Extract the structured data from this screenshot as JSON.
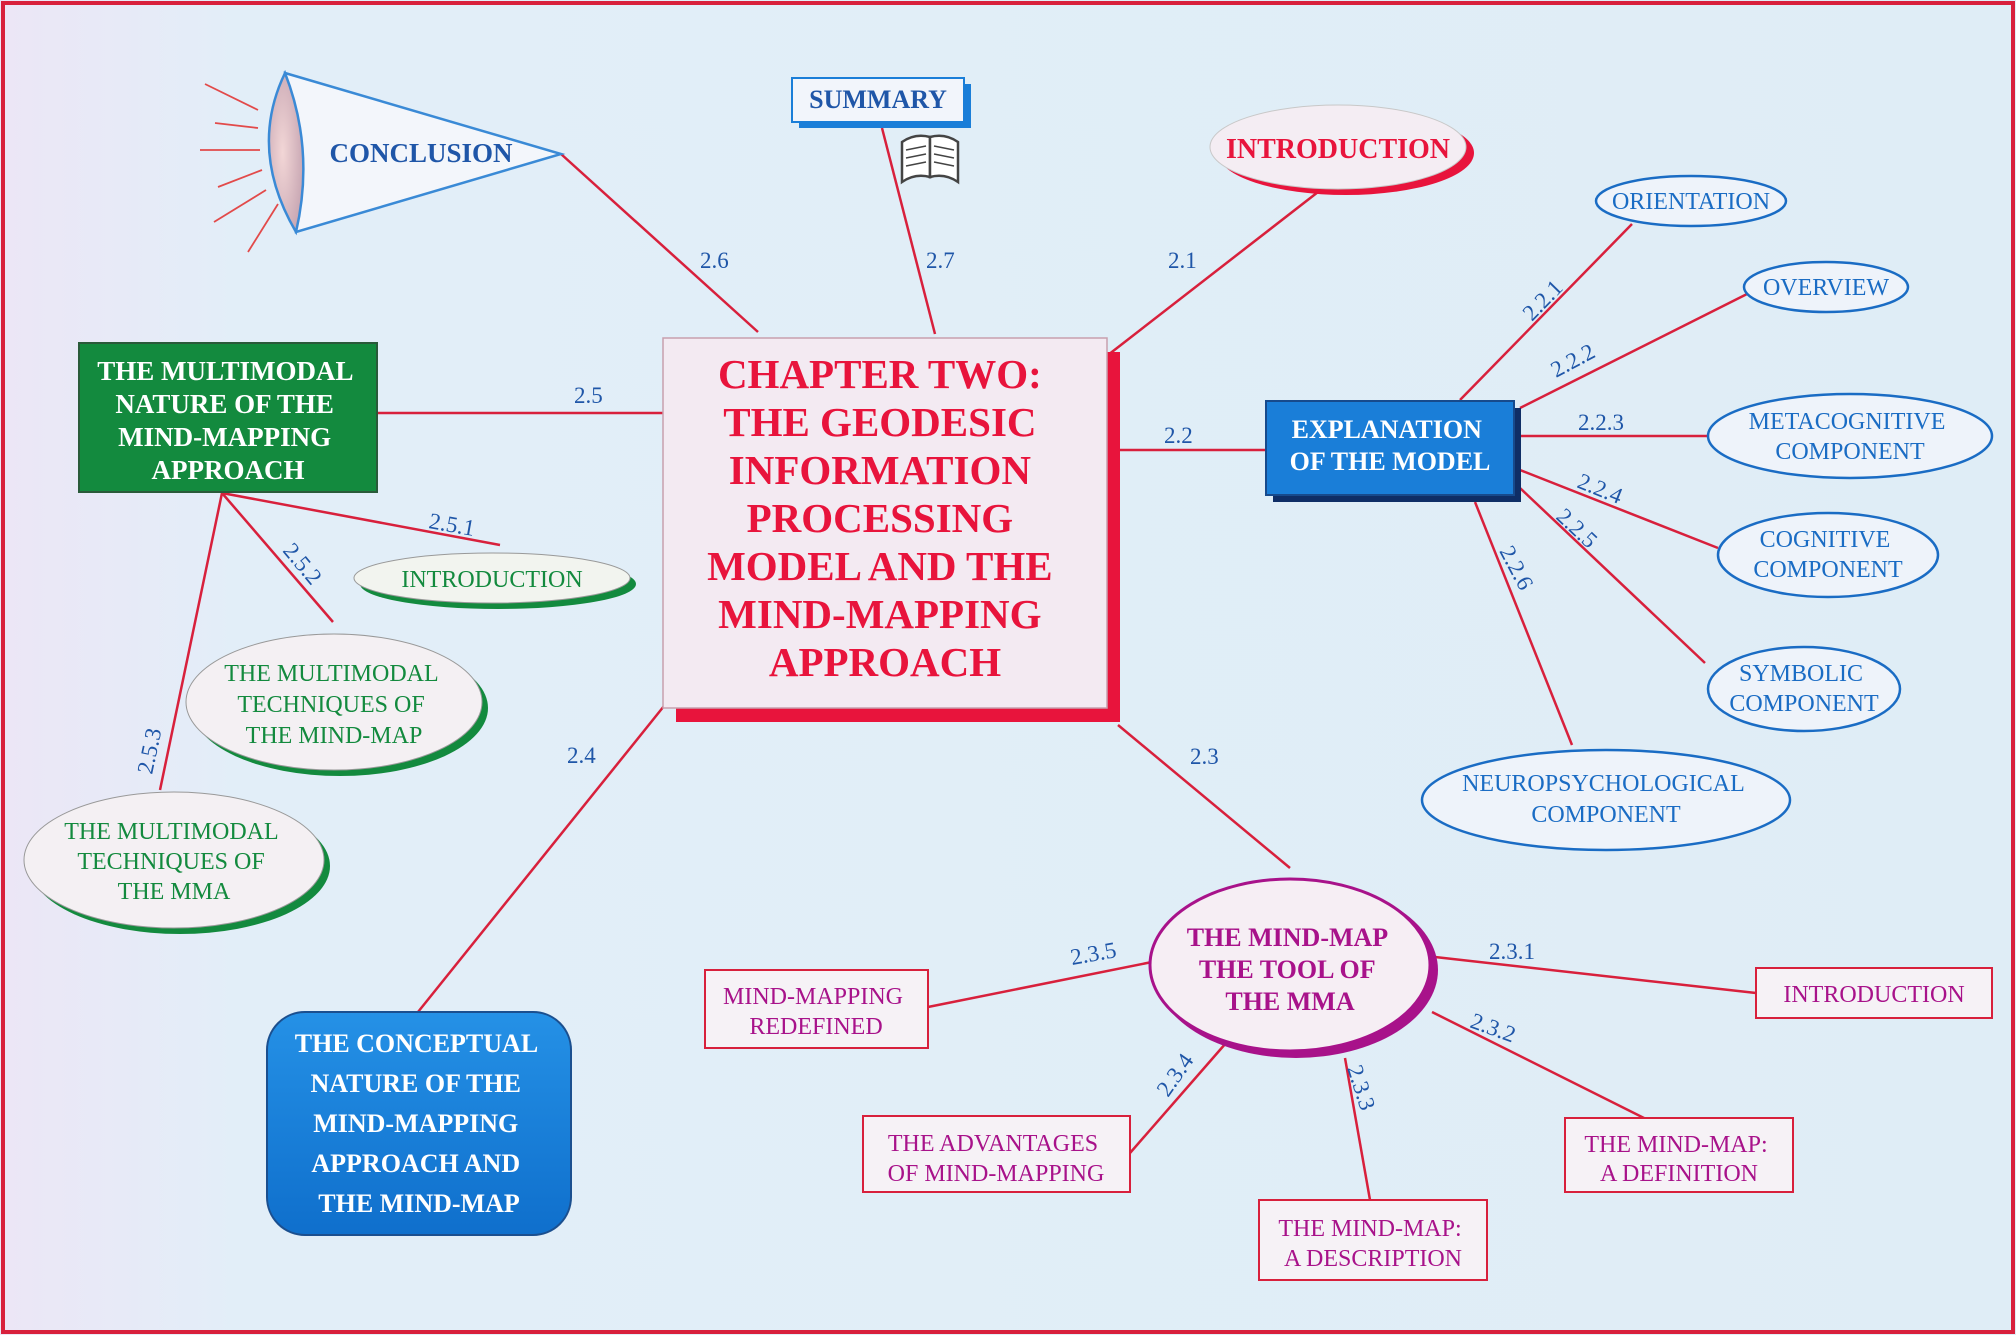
{
  "colors": {
    "background": "#e3eff7",
    "frame": "#d8203c",
    "line": "#d8203c",
    "label": "#1f56a8",
    "central_text": "#e8143c",
    "central_shadow": "#e8143c",
    "green_fill": "#138a3e",
    "green_text": "#138a3e",
    "blue_fill": "#1a7ed8",
    "blue_text": "#1a6cc4",
    "magenta": "#a8128a"
  },
  "central": {
    "lines": [
      "CHAPTER TWO:",
      "THE GEODESIC",
      "INFORMATION",
      "PROCESSING",
      "MODEL AND THE",
      "MIND-MAPPING",
      "APPROACH"
    ]
  },
  "branches": {
    "b21": {
      "label": "2.1",
      "node": "INTRODUCTION"
    },
    "b22": {
      "label": "2.2",
      "node": [
        "EXPLANATION",
        "OF THE MODEL"
      ],
      "subs": [
        {
          "label": "2.2.1",
          "node": [
            "ORIENTATION"
          ]
        },
        {
          "label": "2.2.2",
          "node": [
            "OVERVIEW"
          ]
        },
        {
          "label": "2.2.3",
          "node": [
            "METACOGNITIVE",
            "COMPONENT"
          ]
        },
        {
          "label": "2.2.4",
          "node": [
            "COGNITIVE",
            "COMPONENT"
          ]
        },
        {
          "label": "2.2.5",
          "node": [
            "SYMBOLIC",
            "COMPONENT"
          ]
        },
        {
          "label": "2.2.6",
          "node": [
            "NEUROPSYCHOLOGICAL",
            "COMPONENT"
          ]
        }
      ]
    },
    "b23": {
      "label": "2.3",
      "node": [
        "THE MIND-MAP",
        "THE TOOL OF",
        "THE MMA"
      ],
      "subs": [
        {
          "label": "2.3.1",
          "node": [
            "INTRODUCTION"
          ]
        },
        {
          "label": "2.3.2",
          "node": [
            "THE MIND-MAP:",
            "A DEFINITION"
          ]
        },
        {
          "label": "2.3.3",
          "node": [
            "THE MIND-MAP:",
            "A DESCRIPTION"
          ]
        },
        {
          "label": "2.3.4",
          "node": [
            "THE ADVANTAGES",
            "OF MIND-MAPPING"
          ]
        },
        {
          "label": "2.3.5",
          "node": [
            "MIND-MAPPING",
            "REDEFINED"
          ]
        }
      ]
    },
    "b24": {
      "label": "2.4",
      "node": [
        "THE CONCEPTUAL",
        "NATURE OF THE",
        "MIND-MAPPING",
        "APPROACH AND",
        "THE MIND-MAP"
      ]
    },
    "b25": {
      "label": "2.5",
      "node": [
        "THE MULTIMODAL",
        "NATURE OF THE",
        "MIND-MAPPING",
        "APPROACH"
      ],
      "subs": [
        {
          "label": "2.5.1",
          "node": [
            "INTRODUCTION"
          ]
        },
        {
          "label": "2.5.2",
          "node": [
            "THE MULTIMODAL",
            "TECHNIQUES OF",
            "THE MIND-MAP"
          ]
        },
        {
          "label": "2.5.3",
          "node": [
            "THE MULTIMODAL",
            "TECHNIQUES OF",
            "THE MMA"
          ]
        }
      ]
    },
    "b26": {
      "label": "2.6",
      "node": "CONCLUSION"
    },
    "b27": {
      "label": "2.7",
      "node": "SUMMARY"
    }
  },
  "icons": {
    "summary": "open-book-icon",
    "conclusion": "lens-cone-icon"
  }
}
